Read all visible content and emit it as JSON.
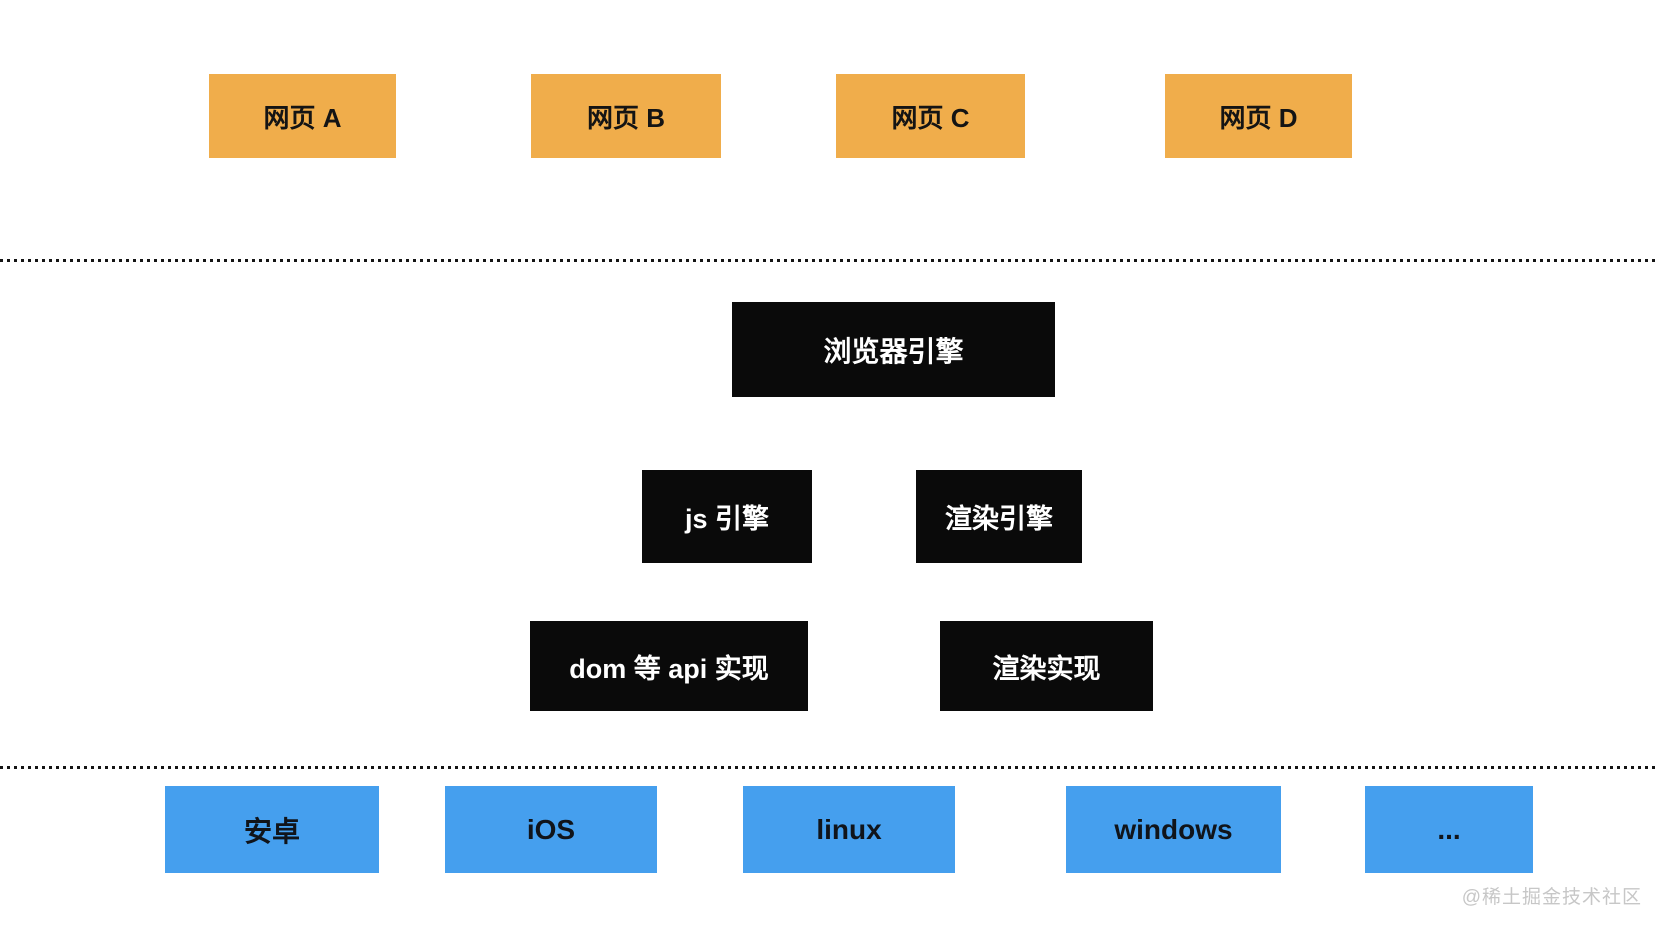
{
  "diagram": {
    "title_implicit": "browser architecture diagram",
    "webpages": {
      "items": [
        {
          "label": "网页 A"
        },
        {
          "label": "网页 B"
        },
        {
          "label": "网页 C"
        },
        {
          "label": "网页 D"
        }
      ]
    },
    "browser_engine": {
      "label": "浏览器引擎"
    },
    "engines": {
      "js": {
        "label": "js 引擎"
      },
      "render": {
        "label": "渲染引擎"
      }
    },
    "implementations": {
      "dom_api": {
        "label": "dom 等 api 实现"
      },
      "render_impl": {
        "label": "渲染实现"
      }
    },
    "os_layer": {
      "items": [
        {
          "label": "安卓"
        },
        {
          "label": "iOS"
        },
        {
          "label": "linux"
        },
        {
          "label": "windows"
        },
        {
          "label": "..."
        }
      ]
    },
    "watermark": {
      "label": "@稀土掘金技术社区"
    }
  },
  "colors": {
    "webpage_box": "#f0ad4b",
    "engine_box": "#0a0a0a",
    "os_box": "#459fee",
    "dotted_line": "#141414",
    "watermark_text": "#c7c7c7",
    "background": "#ffffff"
  }
}
